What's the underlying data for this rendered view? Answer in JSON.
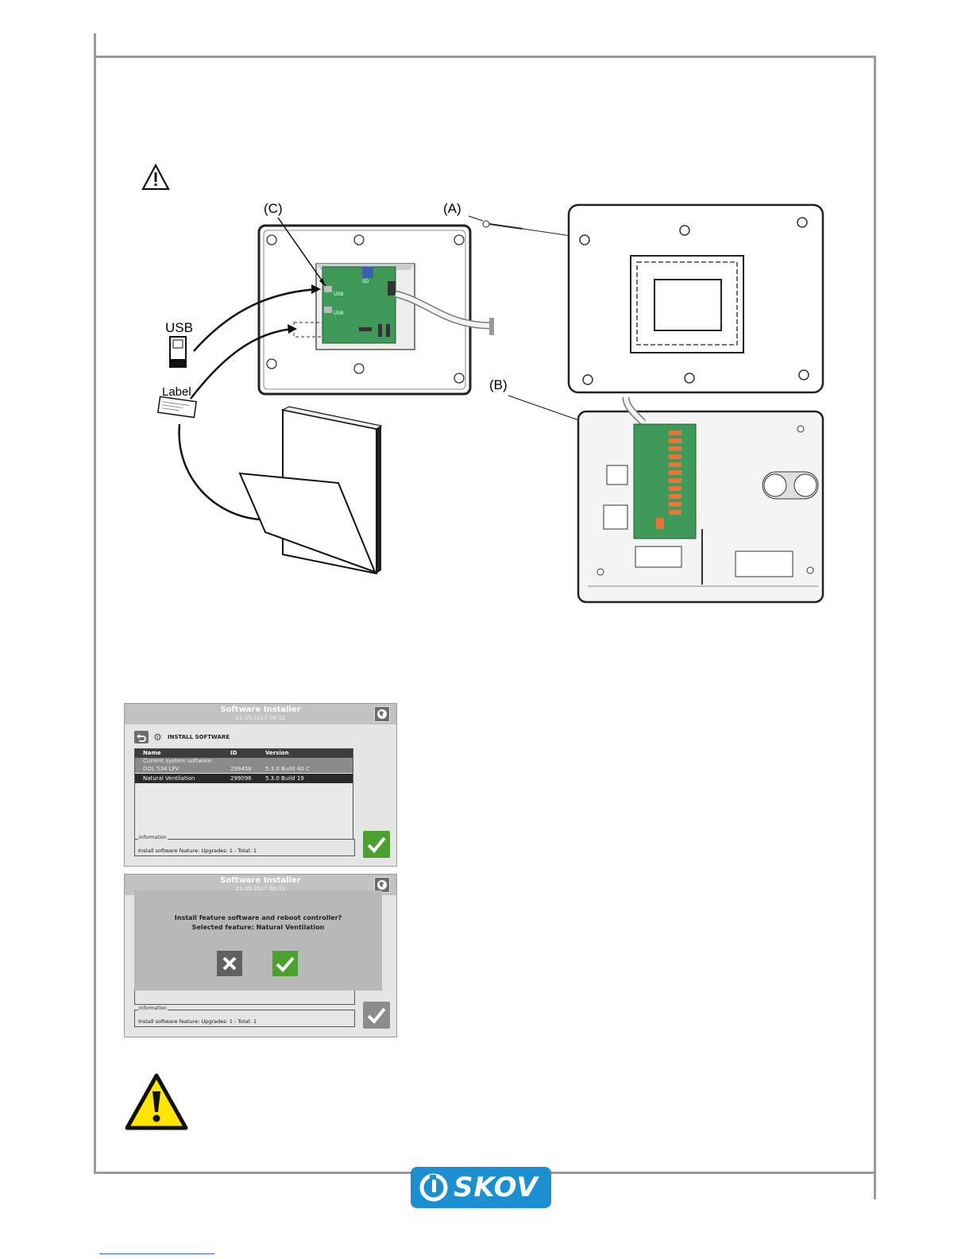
{
  "illustration": {
    "labels": {
      "a": "(A)",
      "b": "(B)",
      "c": "(C)",
      "usb": "USB",
      "label": "Label"
    },
    "board_usb_text": "USB",
    "board_sd_text": "SD"
  },
  "screen1": {
    "title": "Software Installer",
    "datetime": "21.09.2017 08:32",
    "section_title": "INSTALL SOFTWARE",
    "table": {
      "headers": [
        "Name",
        "ID",
        "Version"
      ],
      "current_label": "Current system software:",
      "rows": [
        {
          "name": "DOL 534 LPV",
          "id": "299458",
          "version": "5.3.0 Build 40 C"
        },
        {
          "name": "Natural Ventilation",
          "id": "299096",
          "version": "5.3.0 Build 19"
        }
      ]
    },
    "info_legend": "Information",
    "info_text": "Install software feature: Upgrades: 1 - Total: 1"
  },
  "screen2": {
    "title": "Software Installer",
    "datetime": "21.09.2017 08:33",
    "question": "Install feature software and reboot controller?",
    "selected": "Selected feature: Natural Ventilation",
    "info_legend": "Information",
    "info_text": "Install software feature: Upgrades: 1 - Total: 1"
  },
  "footer": {
    "logo_text": "SKOV"
  },
  "colors": {
    "accent_green": "#4aa12e",
    "logo_blue": "#1b8fd0",
    "warning_yellow": "#ffe500",
    "pcb_green": "#3f9a5a",
    "relay_orange": "#e8743a"
  }
}
